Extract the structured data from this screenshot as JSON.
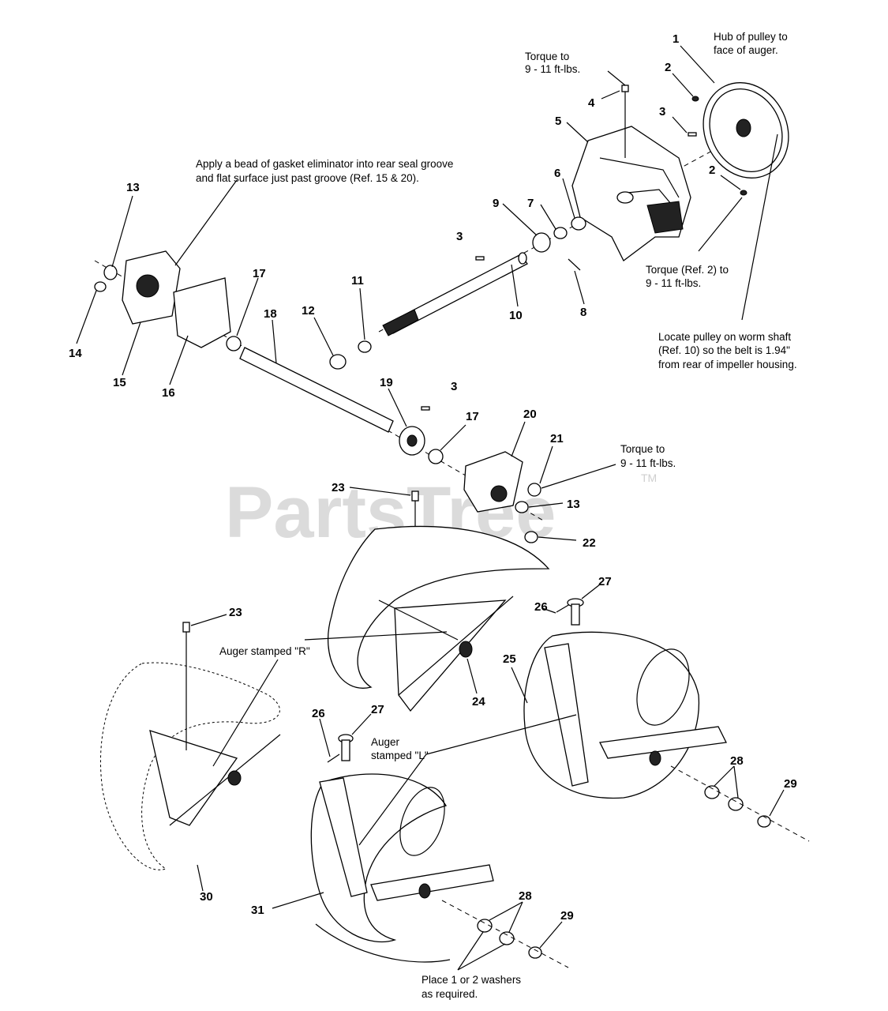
{
  "callouts": [
    {
      "id": "1",
      "text": "1"
    },
    {
      "id": "2a",
      "text": "2"
    },
    {
      "id": "2b",
      "text": "2"
    },
    {
      "id": "3a",
      "text": "3"
    },
    {
      "id": "3b",
      "text": "3"
    },
    {
      "id": "3c",
      "text": "3"
    },
    {
      "id": "4",
      "text": "4"
    },
    {
      "id": "5",
      "text": "5"
    },
    {
      "id": "6",
      "text": "6"
    },
    {
      "id": "7",
      "text": "7"
    },
    {
      "id": "8",
      "text": "8"
    },
    {
      "id": "9",
      "text": "9"
    },
    {
      "id": "10",
      "text": "10"
    },
    {
      "id": "11",
      "text": "11"
    },
    {
      "id": "12",
      "text": "12"
    },
    {
      "id": "13a",
      "text": "13"
    },
    {
      "id": "13b",
      "text": "13"
    },
    {
      "id": "14",
      "text": "14"
    },
    {
      "id": "15",
      "text": "15"
    },
    {
      "id": "16",
      "text": "16"
    },
    {
      "id": "17a",
      "text": "17"
    },
    {
      "id": "17b",
      "text": "17"
    },
    {
      "id": "18",
      "text": "18"
    },
    {
      "id": "19",
      "text": "19"
    },
    {
      "id": "20",
      "text": "20"
    },
    {
      "id": "21",
      "text": "21"
    },
    {
      "id": "22",
      "text": "22"
    },
    {
      "id": "23a",
      "text": "23"
    },
    {
      "id": "23b",
      "text": "23"
    },
    {
      "id": "24",
      "text": "24"
    },
    {
      "id": "25",
      "text": "25"
    },
    {
      "id": "26a",
      "text": "26"
    },
    {
      "id": "26b",
      "text": "26"
    },
    {
      "id": "27a",
      "text": "27"
    },
    {
      "id": "27b",
      "text": "27"
    },
    {
      "id": "28a",
      "text": "28"
    },
    {
      "id": "28b",
      "text": "28"
    },
    {
      "id": "29a",
      "text": "29"
    },
    {
      "id": "29b",
      "text": "29"
    },
    {
      "id": "30",
      "text": "30"
    },
    {
      "id": "31",
      "text": "31"
    }
  ],
  "notes": {
    "torque_top_1": "Torque to",
    "torque_top_2": "9 - 11 ft-lbs.",
    "hub_1": "Hub of pulley to",
    "hub_2": "face of auger.",
    "gasket_1": "Apply a bead of gasket eliminator into rear seal groove",
    "gasket_2": "and flat surface just past groove (Ref. 15 & 20).",
    "torque_ref2_1": "Torque (Ref. 2) to",
    "torque_ref2_2": "9 - 11 ft-lbs.",
    "locate_1": "Locate pulley on worm shaft",
    "locate_2": "(Ref. 10) so the belt is 1.94\"",
    "locate_3": "from rear of impeller housing.",
    "torque_mid_1": "Torque to",
    "torque_mid_2": "9 - 11 ft-lbs.",
    "auger_r": "Auger stamped \"R\"",
    "auger_l_1": "Auger",
    "auger_l_2": "stamped \"L\"",
    "washers_1": "Place 1 or 2 washers",
    "washers_2": "as required."
  },
  "watermark": {
    "text": "PartsTree",
    "tm": "TM"
  }
}
